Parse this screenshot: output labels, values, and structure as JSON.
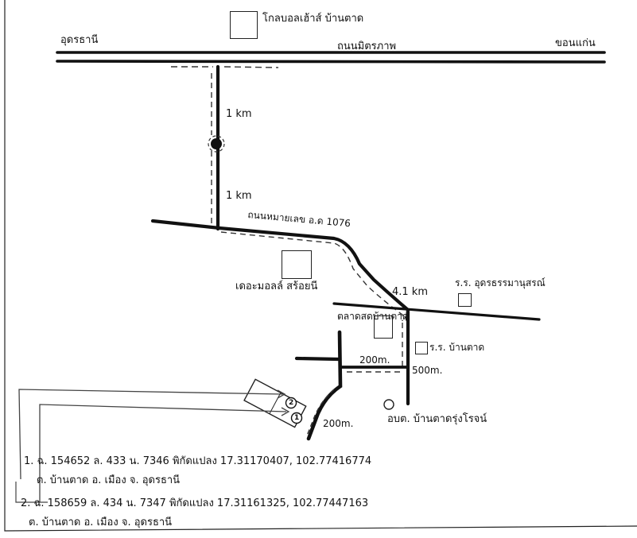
{
  "map": {
    "highway_left_city": "อุดรธานี",
    "highway_name": "ถนนมิตรภาพ",
    "highway_right_city": "ขอนแก่น",
    "top_building_label": "โกลบอลเฮ้าส์ บ้านตาด",
    "dist_first": "1 km",
    "dist_second": "1 km",
    "rural_road_label": "ถนนหมายเลข อ.ด 1076",
    "mall_label": "เดอะมอลล์ สร้อยนี",
    "dist_junction": "4.1 km",
    "school_top_label": "ร.ร. อุดรธรรมานุสรณ์",
    "market_label": "ตลาดสดบ้านตาด",
    "school_bottom_label": "ร.ร. บ้านตาด",
    "dist_200_upper": "200m.",
    "dist_500": "500m.",
    "dist_200_lower": "200m.",
    "tambon_office_label": "อบต. บ้านตาดรุ่งโรจน์",
    "marker_1": "1",
    "marker_2": "2"
  },
  "notes": {
    "plot1_line1": "1. ฉ. 154652 ล. 433 น. 7346   พิกัดแปลง 17.31170407, 102.77416774",
    "plot1_line2": "ต. บ้านตาด อ. เมือง จ. อุดรธานี",
    "plot2_line1": "2. ฉ. 158659 ล. 434 น. 7347   พิกัดแปลง 17.31161325, 102.77447163",
    "plot2_line2": "ต. บ้านตาด อ. เมือง จ. อุดรธานี"
  },
  "colors": {
    "ink": "#111111",
    "dashed_route": "#333333",
    "paper": "#ffffff"
  }
}
